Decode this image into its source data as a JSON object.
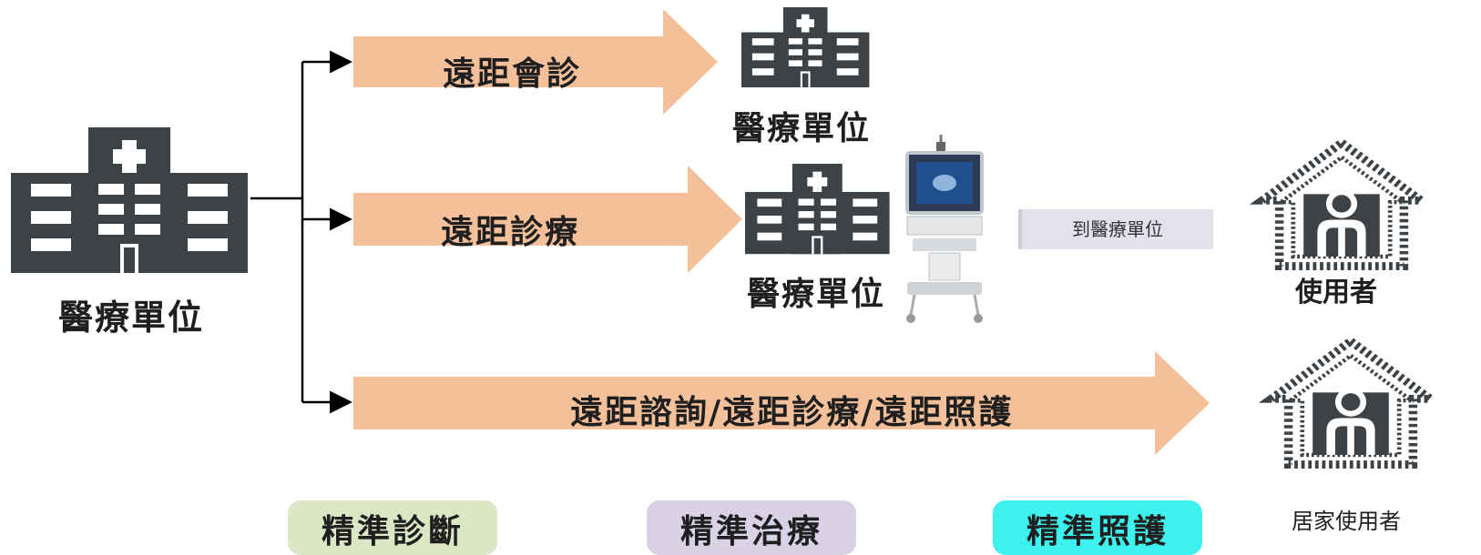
{
  "source_unit": {
    "label": "醫療單位"
  },
  "flows": [
    {
      "label": "遠距會診",
      "target_label": "醫療單位"
    },
    {
      "label": "遠距診療",
      "target_label": "醫療單位",
      "note": "到醫療單位"
    },
    {
      "label": "遠距諮詢/遠距診療/遠距照護"
    }
  ],
  "users": [
    {
      "label": "使用者"
    },
    {
      "label": "居家使用者"
    }
  ],
  "badges": [
    {
      "label": "精準診斷",
      "color": "#dbe6c4"
    },
    {
      "label": "精準治療",
      "color": "#d9d1e6"
    },
    {
      "label": "精準照護",
      "color": "#3df2ee"
    }
  ],
  "colors": {
    "arrow": "#f4c09a",
    "building": "#3d4246",
    "connector": "#000000"
  },
  "icons": [
    "hospital-building-icon",
    "medical-cart-icon",
    "home-user-icon"
  ]
}
